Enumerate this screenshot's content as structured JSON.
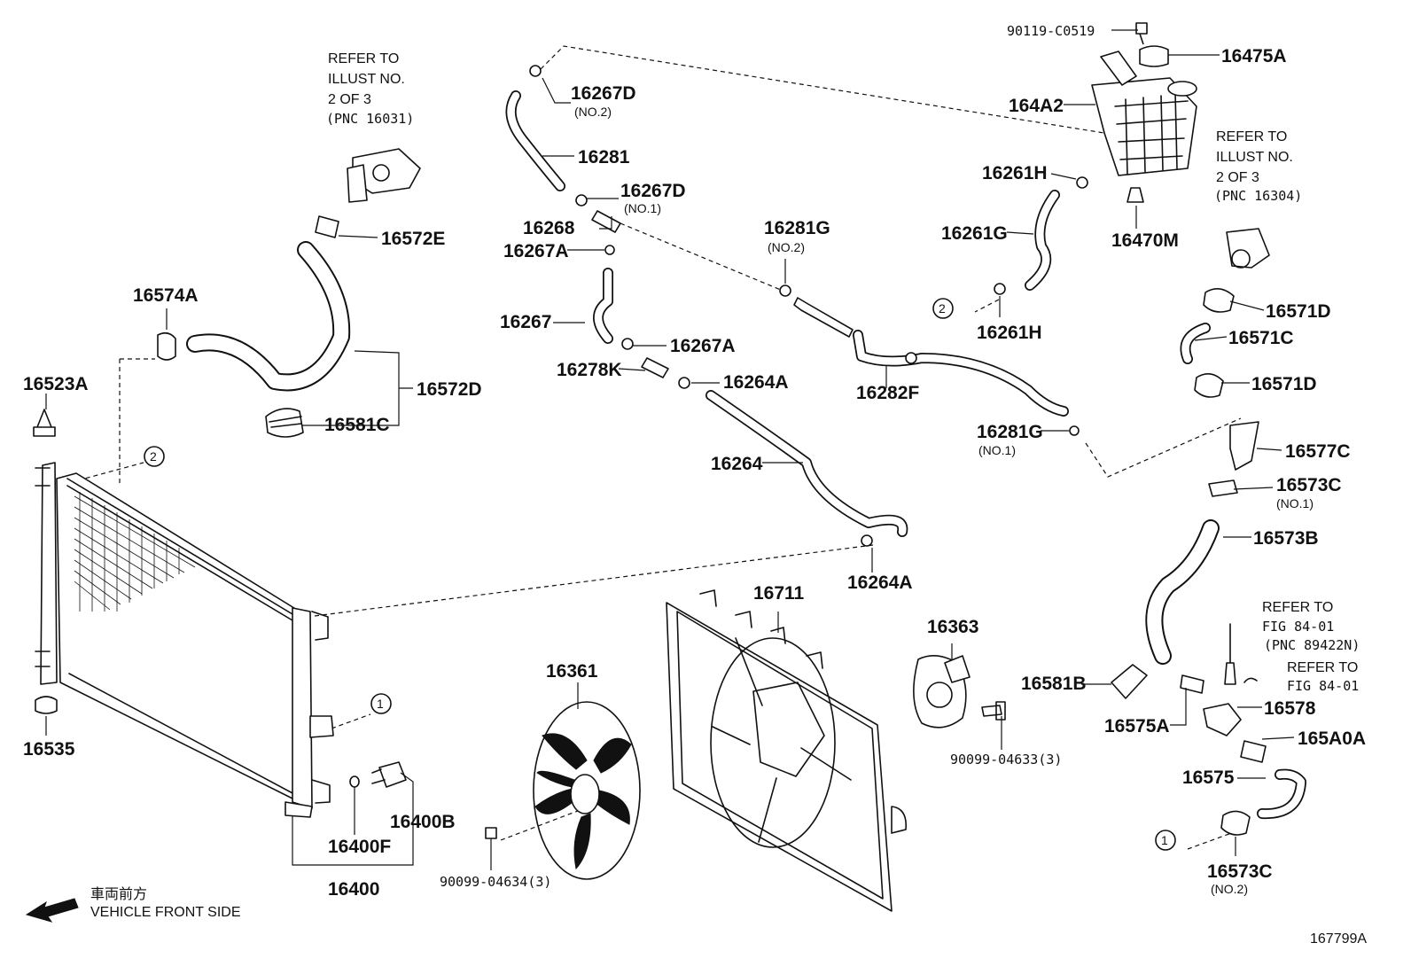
{
  "diagram_id": "167799A",
  "orientation": {
    "japanese": "車両前方",
    "english": "VEHICLE FRONT SIDE",
    "icon": "arrow-left-icon"
  },
  "refer_notes": {
    "water_pump": [
      "REFER TO",
      "ILLUST NO.",
      "2 OF 3",
      "(PNC 16031)"
    ],
    "water_outlet": [
      "REFER TO",
      "ILLUST NO.",
      "2 OF 3",
      "(PNC 16304)"
    ],
    "sensor_fig": [
      "REFER TO",
      "FIG 84-01",
      "(PNC 89422N)"
    ],
    "sensor_fig2": [
      "REFER TO",
      "FIG 84-01"
    ]
  },
  "connectors": [
    "1",
    "2"
  ],
  "parts": {
    "p90119": "90119-C0519",
    "p16475A": "16475A",
    "p164A2": "164A2",
    "p16261H_top": "16261H",
    "p16261G": "16261G",
    "p16470M": "16470M",
    "p16261H_bot": "16261H",
    "p16267D_no2": "16267D",
    "p16267D_no2_sub": "(NO.2)",
    "p16281": "16281",
    "p16267D_no1": "16267D",
    "p16267D_no1_sub": "(NO.1)",
    "p16268": "16268",
    "p16267A_top": "16267A",
    "p16267": "16267",
    "p16267A_mid": "16267A",
    "p16278K": "16278K",
    "p16264A_top": "16264A",
    "p16281G_no2": "16281G",
    "p16281G_no2_sub": "(NO.2)",
    "p16282F": "16282F",
    "p16281G_no1": "16281G",
    "p16281G_no1_sub": "(NO.1)",
    "p16264": "16264",
    "p16264A_bot": "16264A",
    "p16572E": "16572E",
    "p16574A": "16574A",
    "p16572D": "16572D",
    "p16581C": "16581C",
    "p16523A": "16523A",
    "p16535": "16535",
    "p16400F": "16400F",
    "p16400B": "16400B",
    "p16400": "16400",
    "p16361": "16361",
    "p90099_04634": "90099-04634(3)",
    "p16711": "16711",
    "p16363": "16363",
    "p90099_04633": "90099-04633(3)",
    "p16571D_top": "16571D",
    "p16571C": "16571C",
    "p16571D_bot": "16571D",
    "p16577C": "16577C",
    "p16573C_no1": "16573C",
    "p16573C_no1_sub": "(NO.1)",
    "p16573B": "16573B",
    "p16581B": "16581B",
    "p16575A": "16575A",
    "p16578": "16578",
    "p165A0A": "165A0A",
    "p16575": "16575",
    "p16573C_no2": "16573C",
    "p16573C_no2_sub": "(NO.2)"
  }
}
